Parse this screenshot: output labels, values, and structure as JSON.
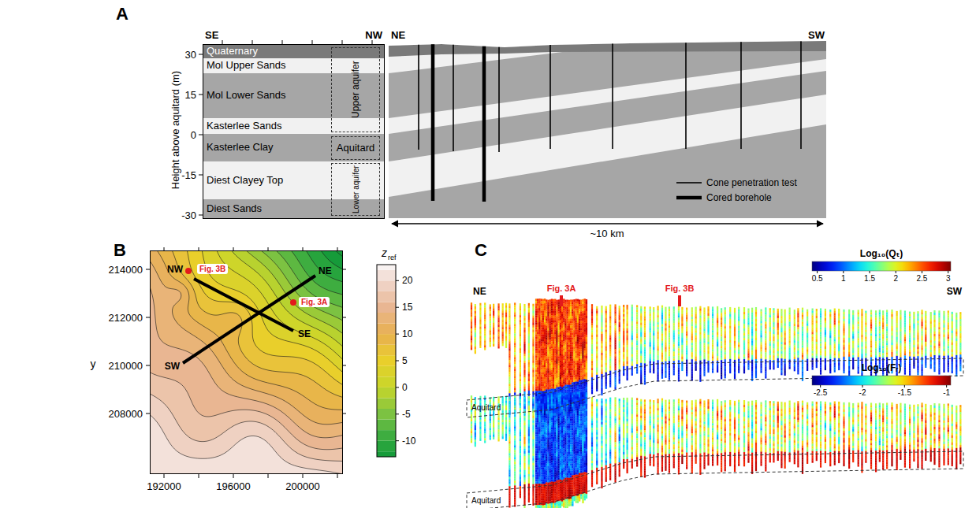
{
  "diagram": {
    "nodes": [
      {
        "text": [
          "Quaternary"
        ]
      },
      {
        "text": [
          "Mol Upper Sands"
        ]
      },
      {
        "text": [
          "Mol Lower Sands"
        ]
      },
      {
        "text": [
          "Kasterlee Sands"
        ]
      },
      {
        "text": [
          "Kasterlee Clay"
        ]
      },
      {
        "text": [
          "Diest Clayey Top"
        ]
      },
      {
        "text": [
          "Diest Sands"
        ]
      },
      {
        "text": [
          "Upper aquifer"
        ]
      },
      {
        "text": [
          "Aquitard"
        ]
      },
      {
        "text": [
          "Lower aquifer"
        ]
      },
      {
        "text": [
          "Fig. 3B"
        ]
      },
      {
        "text": [
          "Fig. 3A"
        ]
      }
    ],
    "labels": [
      "A",
      "SE",
      "NW",
      "NE",
      "SW",
      "30",
      "15",
      "0",
      "-15",
      "-30",
      "Height above aquitard (m)",
      "~10 km",
      "B",
      "NW",
      "NE",
      "SE",
      "SW",
      "y",
      "214000",
      "212000",
      "210000",
      "208000",
      "192000",
      "196000",
      "200000",
      "z",
      "ref",
      "20",
      "15",
      "10",
      "5",
      "0",
      "-5",
      "-10",
      "C",
      "Fig. 3A",
      "Fig. 3B",
      "NE",
      "SW",
      "Log₁₀(Qₜ)",
      "0.5",
      "1",
      "1.5",
      "2",
      "2.5",
      "3",
      "Aquitard",
      "Log₁₀(Fᵣ)",
      "-2.5",
      "-2",
      "-1.5",
      "-1",
      "Aquitard"
    ],
    "legend": [
      {
        "text": "Cone penetration test"
      },
      {
        "text": "Cored borehole"
      }
    ]
  }
}
